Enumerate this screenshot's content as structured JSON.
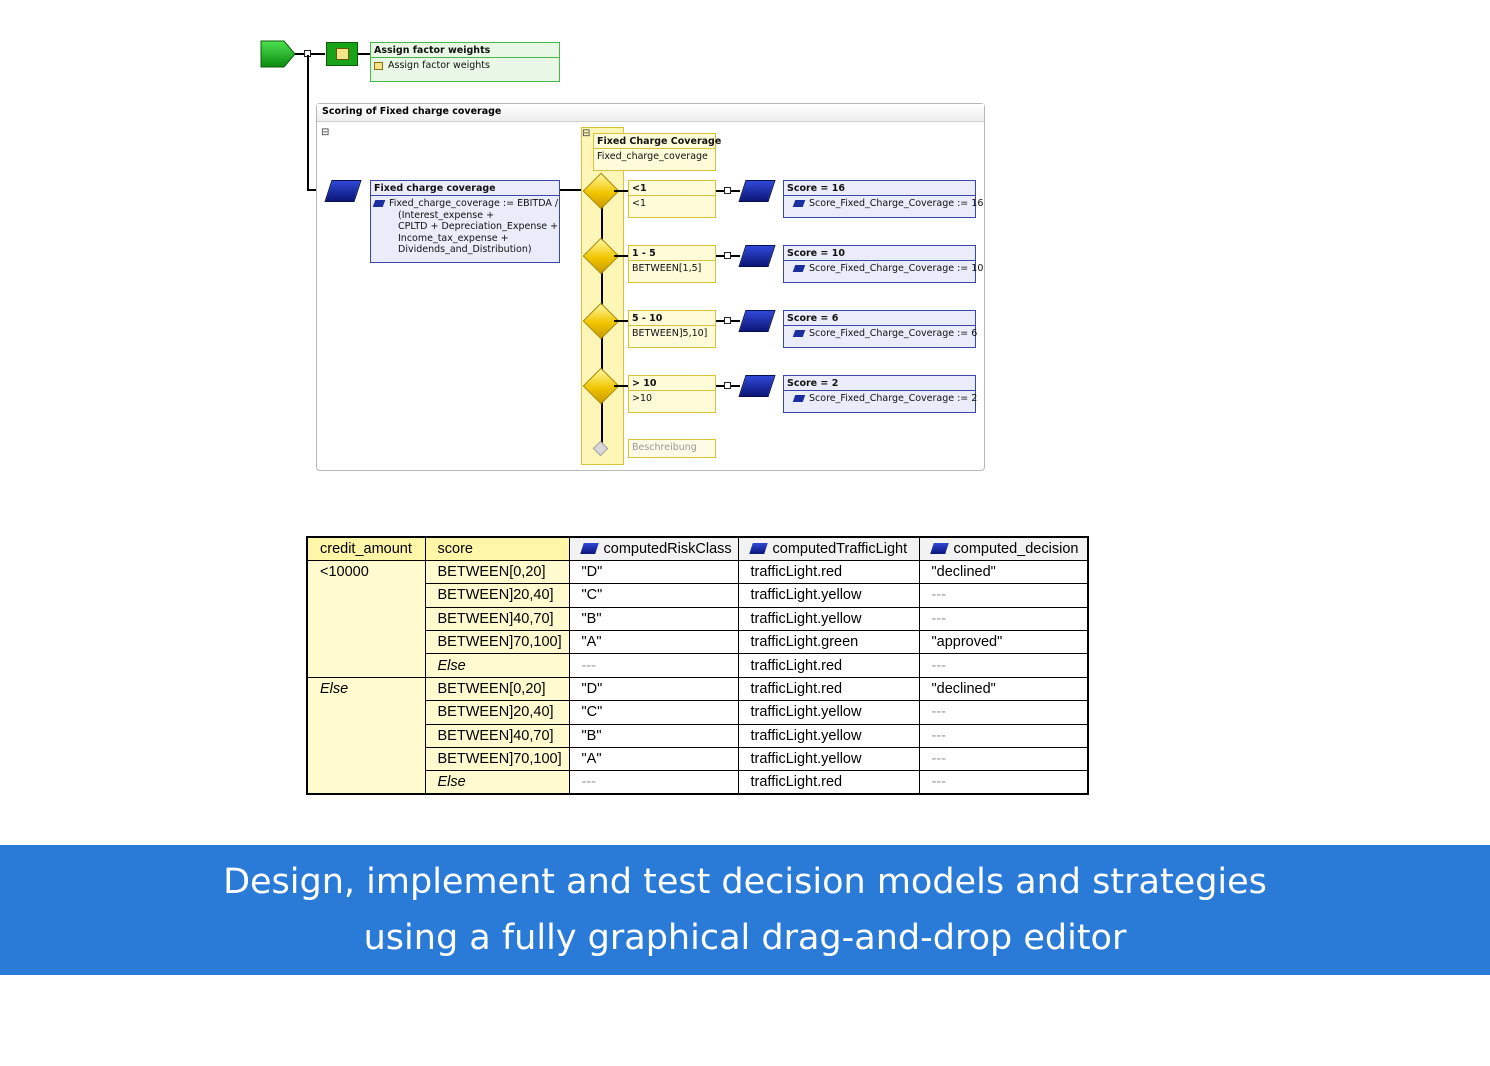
{
  "flow": {
    "assign": {
      "title": "Assign factor weights",
      "item": "Assign factor weights"
    },
    "section_title": "Scoring of Fixed charge coverage",
    "calc": {
      "title": "Fixed charge coverage",
      "lines": [
        "Fixed_charge_coverage := EBITDA /",
        "(Interest_expense +",
        "CPLTD + Depreciation_Expense +",
        "Income_tax_expense +",
        "Dividends_and_Distribution)"
      ]
    },
    "variable": {
      "title": "Fixed Charge Coverage",
      "name": "Fixed_charge_coverage"
    },
    "branches": [
      {
        "label": "<1",
        "condition": "<1",
        "result_title": "Score = 16",
        "result_action": "Score_Fixed_Charge_Coverage := 16"
      },
      {
        "label": "1 - 5",
        "condition": "BETWEEN[1,5]",
        "result_title": "Score = 10",
        "result_action": "Score_Fixed_Charge_Coverage := 10"
      },
      {
        "label": "5 - 10",
        "condition": "BETWEEN]5,10]",
        "result_title": "Score = 6",
        "result_action": "Score_Fixed_Charge_Coverage := 6"
      },
      {
        "label": "> 10",
        "condition": ">10",
        "result_title": "Score = 2",
        "result_action": "Score_Fixed_Charge_Coverage := 2"
      }
    ],
    "description_placeholder": "Beschreibung",
    "collapse_glyph": "⊟"
  },
  "table": {
    "headers": [
      "credit_amount",
      "score",
      "computedRiskClass",
      "computedTrafficLight",
      "computed_decision"
    ],
    "groups": [
      {
        "credit_amount": "<10000",
        "rows": [
          [
            "BETWEEN[0,20]",
            "\"D\"",
            "trafficLight.red",
            "\"declined\""
          ],
          [
            "BETWEEN]20,40]",
            "\"C\"",
            "trafficLight.yellow",
            "---"
          ],
          [
            "BETWEEN]40,70]",
            "\"B\"",
            "trafficLight.yellow",
            "---"
          ],
          [
            "BETWEEN]70,100]",
            "\"A\"",
            "trafficLight.green",
            "\"approved\""
          ],
          [
            "Else",
            "---",
            "trafficLight.red",
            "---"
          ]
        ]
      },
      {
        "credit_amount": "Else",
        "rows": [
          [
            "BETWEEN[0,20]",
            "\"D\"",
            "trafficLight.red",
            "\"declined\""
          ],
          [
            "BETWEEN]20,40]",
            "\"C\"",
            "trafficLight.yellow",
            "---"
          ],
          [
            "BETWEEN]40,70]",
            "\"B\"",
            "trafficLight.yellow",
            "---"
          ],
          [
            "BETWEEN]70,100]",
            "\"A\"",
            "trafficLight.yellow",
            "---"
          ],
          [
            "Else",
            "---",
            "trafficLight.red",
            "---"
          ]
        ]
      }
    ]
  },
  "banner": {
    "line1": "Design, implement and test decision models and strategies",
    "line2": "using a fully graphical drag-and-drop editor"
  }
}
